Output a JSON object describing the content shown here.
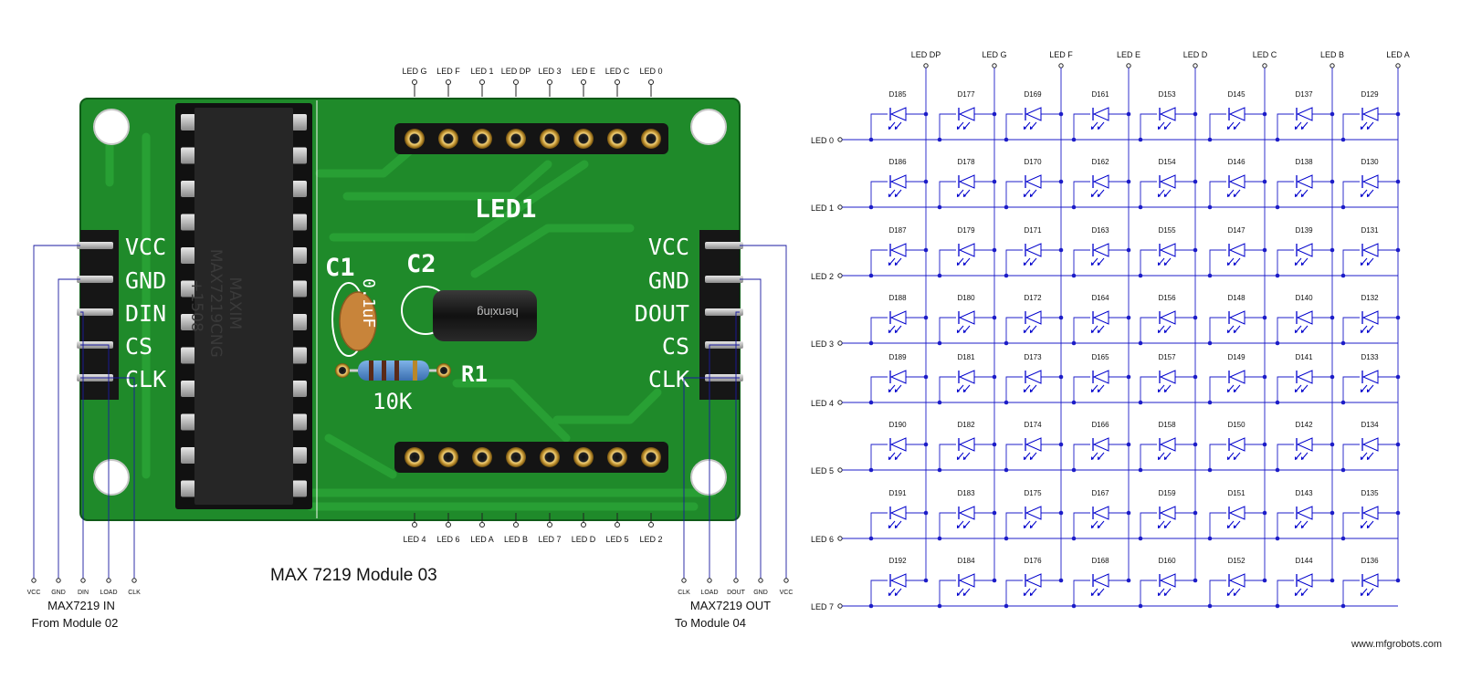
{
  "module_title": "MAX 7219 Module 03",
  "watermark": "www.mfgrobots.com",
  "board": {
    "top_pin_labels": [
      "LED G",
      "LED F",
      "LED 1",
      "LED DP",
      "LED 3",
      "LED E",
      "LED C",
      "LED 0"
    ],
    "bottom_pin_labels": [
      "LED 4",
      "LED 6",
      "LED A",
      "LED B",
      "LED 7",
      "LED D",
      "LED 5",
      "LED 2"
    ],
    "header_label": "LED1",
    "chip_text": [
      "MAXIM",
      "MAX7219CNG",
      "+1508"
    ],
    "c1_label": "C1",
    "c2_label": "C2",
    "c1_value": "0.1uF",
    "c2_marking": "henxing",
    "r1_label": "R1",
    "r1_value": "10K",
    "left_header_labels": [
      "VCC",
      "GND",
      "DIN",
      "CS",
      "CLK"
    ],
    "right_header_labels": [
      "VCC",
      "GND",
      "DOUT",
      "CS",
      "CLK"
    ]
  },
  "input_connector": {
    "pins": [
      "VCC",
      "GND",
      "DIN",
      "LOAD",
      "CLK"
    ],
    "caption_1": "MAX7219 IN",
    "caption_2": "From Module 02"
  },
  "output_connector": {
    "pins": [
      "CLK",
      "LOAD",
      "DOUT",
      "GND",
      "VCC"
    ],
    "caption_1": "MAX7219 OUT",
    "caption_2": "To Module 04"
  },
  "matrix": {
    "column_labels": [
      "LED DP",
      "LED G",
      "LED F",
      "LED E",
      "LED D",
      "LED C",
      "LED B",
      "LED A"
    ],
    "row_labels": [
      "LED 0",
      "LED 1",
      "LED 2",
      "LED 3",
      "LED 4",
      "LED 5",
      "LED 6",
      "LED 7"
    ],
    "diodes": [
      [
        "D185",
        "D177",
        "D169",
        "D161",
        "D153",
        "D145",
        "D137",
        "D129"
      ],
      [
        "D186",
        "D178",
        "D170",
        "D162",
        "D154",
        "D146",
        "D138",
        "D130"
      ],
      [
        "D187",
        "D179",
        "D171",
        "D163",
        "D155",
        "D147",
        "D139",
        "D131"
      ],
      [
        "D188",
        "D180",
        "D172",
        "D164",
        "D156",
        "D148",
        "D140",
        "D132"
      ],
      [
        "D189",
        "D181",
        "D173",
        "D165",
        "D157",
        "D149",
        "D141",
        "D133"
      ],
      [
        "D190",
        "D182",
        "D174",
        "D166",
        "D158",
        "D150",
        "D142",
        "D134"
      ],
      [
        "D191",
        "D183",
        "D175",
        "D167",
        "D159",
        "D151",
        "D143",
        "D135"
      ],
      [
        "D192",
        "D184",
        "D176",
        "D168",
        "D160",
        "D152",
        "D144",
        "D136"
      ]
    ]
  },
  "colors": {
    "pcb_green": "#1f8a2a",
    "pcb_trace": "#2aa336",
    "chip_black": "#262626",
    "wire_blue": "#1a1aa0",
    "node_blue": "#1c1cc8",
    "diode_blue": "#0000cc"
  }
}
